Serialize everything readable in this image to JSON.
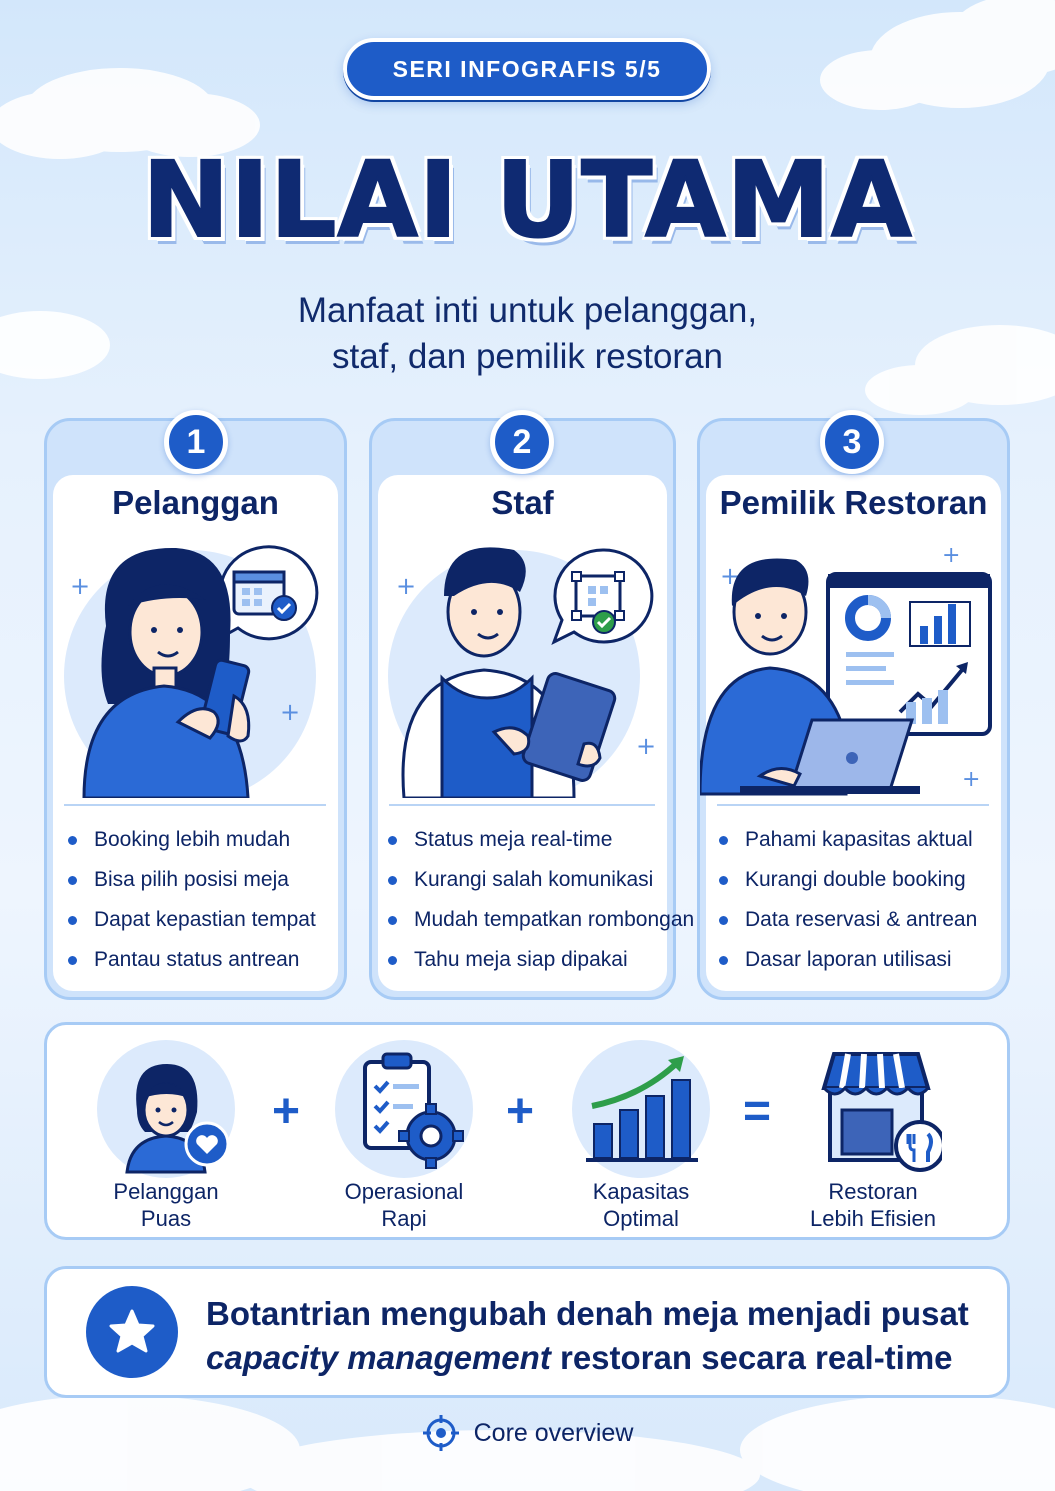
{
  "header": {
    "series_badge": "SERI INFOGRAFIS 5/5",
    "title": "NILAI UTAMA",
    "subtitle_line1": "Manfaat inti untuk pelanggan,",
    "subtitle_line2": "staf, dan pemilik restoran"
  },
  "cards": [
    {
      "number": "1",
      "title": "Pelanggan",
      "bullets": [
        "Booking lebih mudah",
        "Bisa pilih posisi meja",
        "Dapat kepastian tempat",
        "Pantau status antrean"
      ]
    },
    {
      "number": "2",
      "title": "Staf",
      "bullets": [
        "Status meja real-time",
        "Kurangi salah komunikasi",
        "Mudah tempatkan rombongan",
        "Tahu meja siap dipakai"
      ]
    },
    {
      "number": "3",
      "title": "Pemilik Restoran",
      "bullets": [
        "Pahami kapasitas aktual",
        "Kurangi double booking",
        "Data reservasi & antrean",
        "Dasar laporan utilisasi"
      ]
    }
  ],
  "equation": {
    "items": [
      {
        "label_line1": "Pelanggan",
        "label_line2": "Puas",
        "icon": "happy-customer-heart-icon"
      },
      {
        "label_line1": "Operasional",
        "label_line2": "Rapi",
        "icon": "clipboard-gear-icon"
      },
      {
        "label_line1": "Kapasitas",
        "label_line2": "Optimal",
        "icon": "growth-bar-chart-icon"
      },
      {
        "label_line1": "Restoran",
        "label_line2": "Lebih Efisien",
        "icon": "restaurant-store-icon"
      }
    ],
    "plus": "+",
    "equals": "="
  },
  "quote": {
    "line1": "Botantrian mengubah denah meja menjadi pusat",
    "line2_italic": "capacity management",
    "line2_rest": " restoran secara real-time"
  },
  "footer": {
    "label": "Core overview",
    "icon": "target-icon"
  },
  "colors": {
    "primary": "#1e5cc8",
    "dark_navy": "#0d2566",
    "light_blue": "#dceafc",
    "card_border": "#a7cbf5",
    "green_check": "#2e9e4a"
  }
}
